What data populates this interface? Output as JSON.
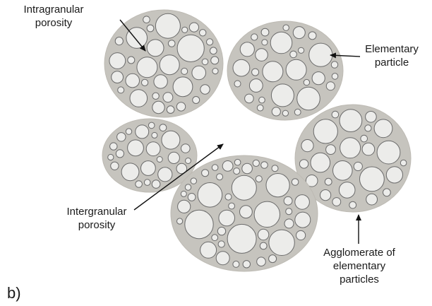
{
  "labels": {
    "intragranular_porosity": "Intragranular\nporosity",
    "elementary_particle": "Elementary\nparticle",
    "intergranular_porosity": "Intergranular\nporosity",
    "agglomerate": "Agglomerate of\nelementary\nparticles",
    "panel": "b)"
  },
  "colors": {
    "background": "#ffffff",
    "agglomerate_fill": "#c6c4be",
    "agglomerate_stroke": "#bdbab3",
    "particle_fill": "#ececea",
    "particle_stroke": "#6b6b6b",
    "arrow": "#111111"
  }
}
